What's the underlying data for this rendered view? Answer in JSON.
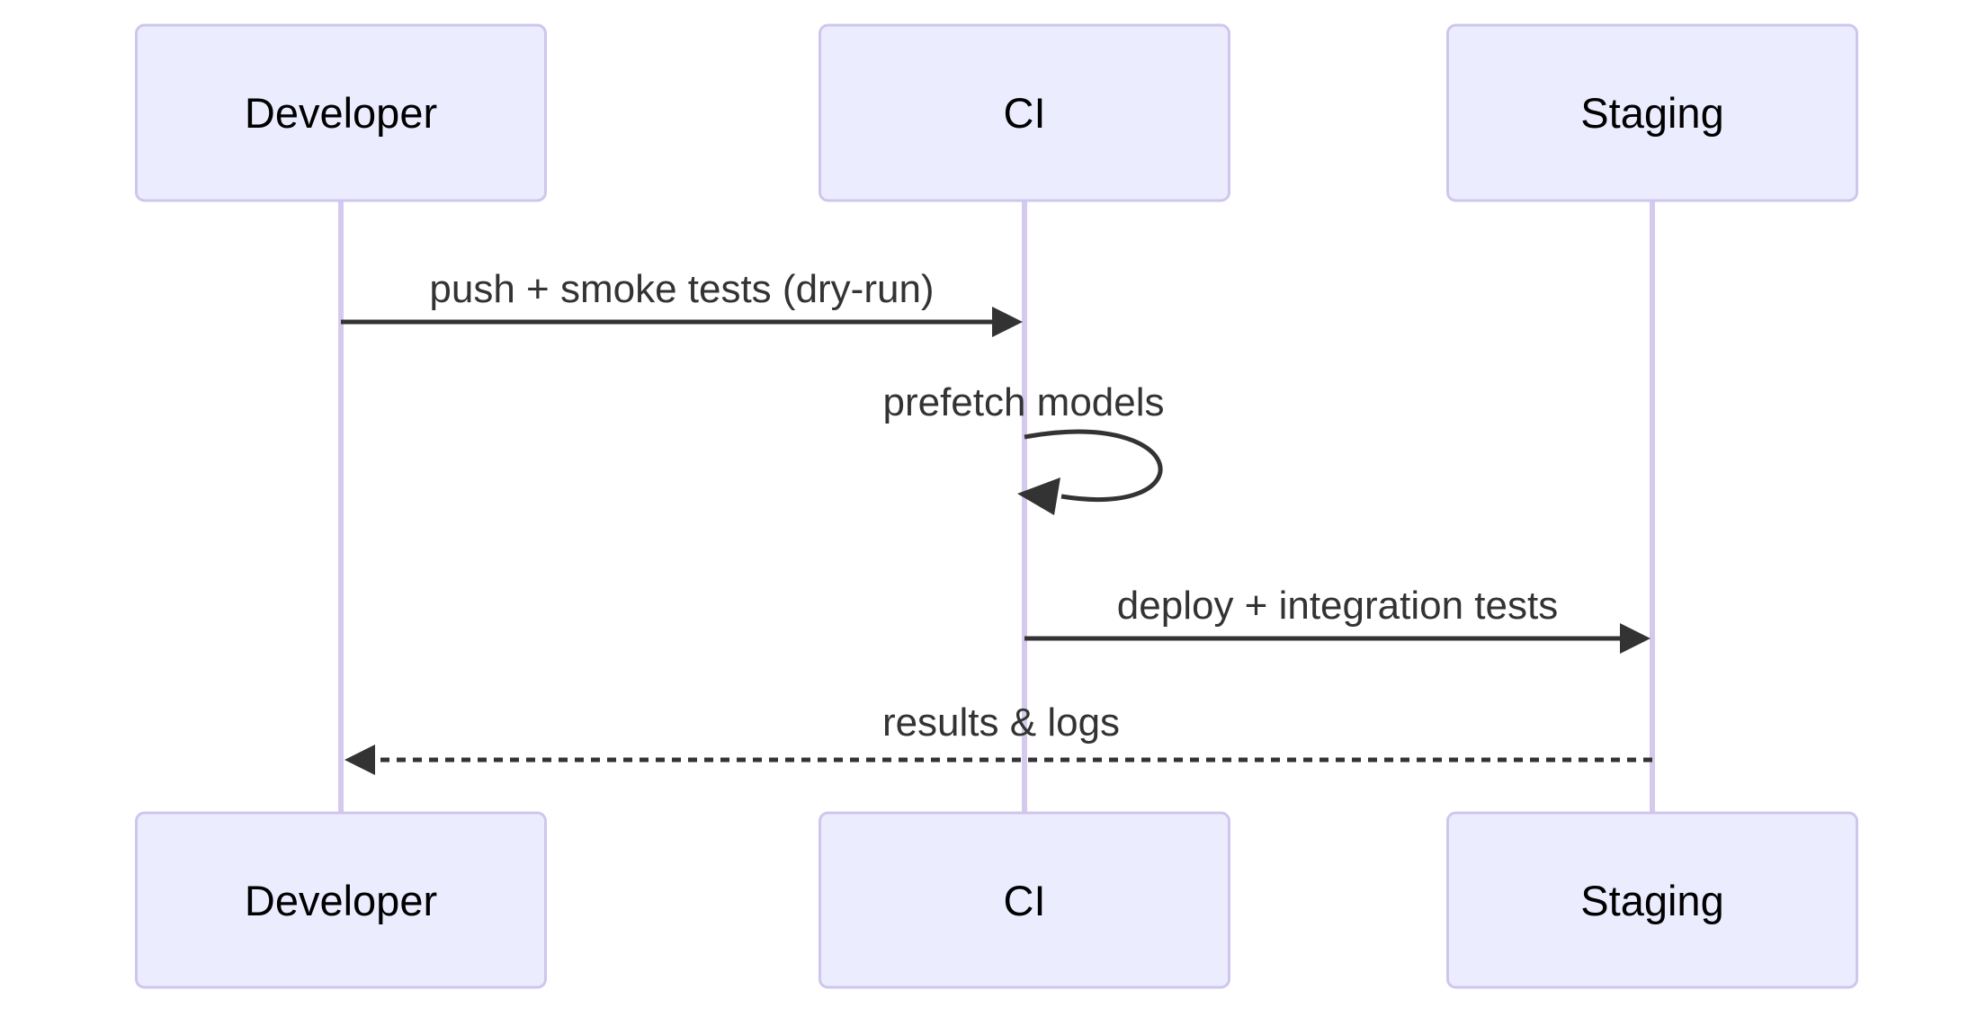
{
  "diagram": {
    "type": "sequence-diagram",
    "background": "#FFFFFF",
    "colors": {
      "actor_fill": "#ECECFF",
      "actor_border": "#CFC6ED",
      "lifeline": "#D5CAEE",
      "message_color": "#333333",
      "actor_text": "#000000"
    },
    "actors": [
      {
        "id": "developer",
        "label": "Developer"
      },
      {
        "id": "ci",
        "label": "CI"
      },
      {
        "id": "staging",
        "label": "Staging"
      }
    ],
    "messages": [
      {
        "from": "Developer",
        "to": "CI",
        "label": "push + smoke tests (dry-run)",
        "line_style": "solid",
        "arrow": "filled"
      },
      {
        "from": "CI",
        "to": "CI",
        "label": "prefetch models",
        "line_style": "self-loop",
        "arrow": "filled"
      },
      {
        "from": "CI",
        "to": "Staging",
        "label": "deploy + integration tests",
        "line_style": "solid",
        "arrow": "filled"
      },
      {
        "from": "Staging",
        "to": "Developer",
        "label": "results & logs",
        "line_style": "dashed",
        "arrow": "filled"
      }
    ]
  }
}
